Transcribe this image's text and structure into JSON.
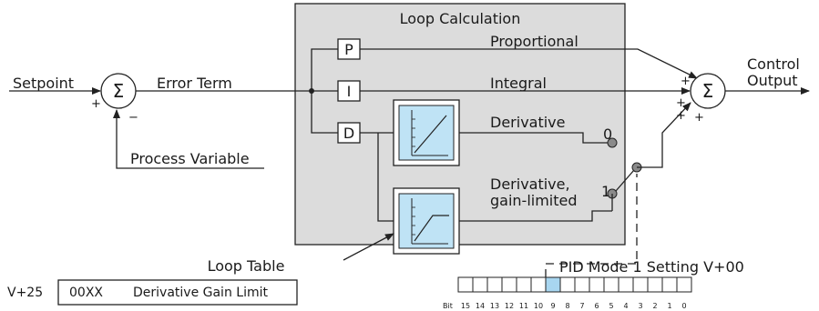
{
  "title": "Loop  Calculation",
  "labels": {
    "setpoint": "Setpoint",
    "error_term": "Error Term",
    "process_variable": "Process  Variable",
    "control_output_line1": "Control",
    "control_output_line2": "Output",
    "proportional": "Proportional",
    "integral": "Integral",
    "derivative": "Derivative",
    "derivative_gl_line1": "Derivative,",
    "derivative_gl_line2": "gain-limited"
  },
  "blocks": {
    "p": "P",
    "i": "I",
    "d": "D"
  },
  "sum_symbol": "Σ",
  "signs": {
    "plus": "+",
    "minus": "−"
  },
  "switch_labels": {
    "zero": "0",
    "one": "1"
  },
  "loop_table": {
    "title": "Loop Table",
    "address": "V+25",
    "value": "00XX",
    "description": "Derivative Gain Limit"
  },
  "pid_mode": {
    "title": "PID Mode 1 Setting V+00",
    "bit_label": "Bit",
    "bits": [
      "15",
      "14",
      "13",
      "12",
      "11",
      "10",
      "9",
      "8",
      "7",
      "6",
      "5",
      "4",
      "3",
      "2",
      "1",
      "0"
    ],
    "highlighted_bit": "9"
  },
  "colors": {
    "panel_fill": "#dcdcdc",
    "graph_fill": "#bfe3f5",
    "highlight_bit": "#a8d6f0",
    "switch_node": "#8a8a8a"
  }
}
